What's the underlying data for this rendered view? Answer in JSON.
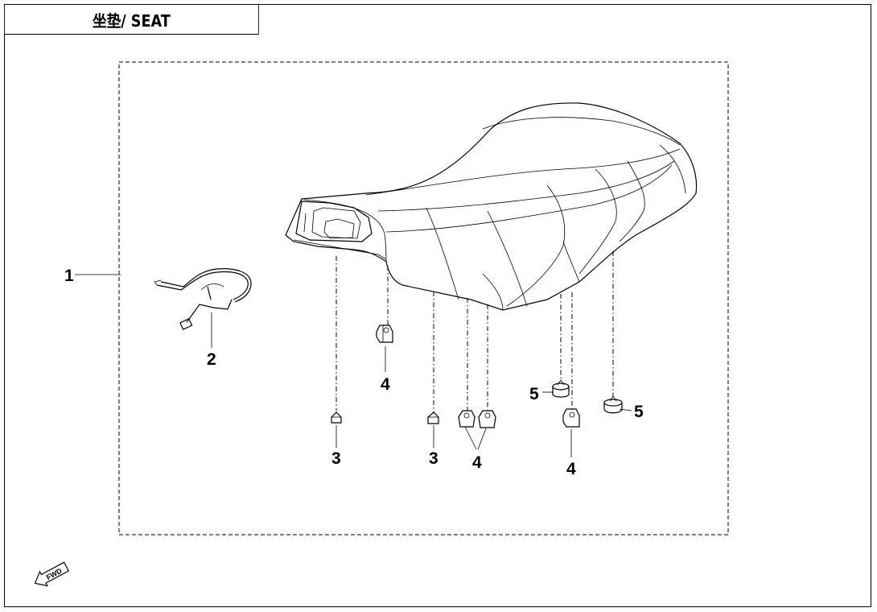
{
  "title": "坐垫/ SEAT",
  "callouts": {
    "c1": "1",
    "c2": "2",
    "c3a": "3",
    "c3b": "3",
    "c4a": "4",
    "c4b": "4",
    "c4c": "4",
    "c5a": "5",
    "c5b": "5"
  },
  "icons": {
    "fwd": "fwd-arrow-icon"
  },
  "fwd_label": "FWD"
}
